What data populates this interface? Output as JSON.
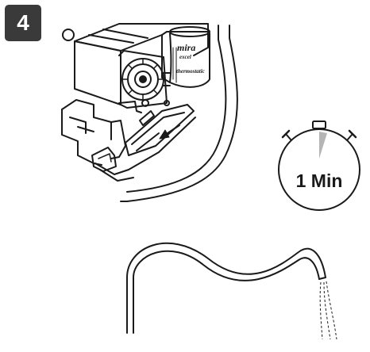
{
  "step": {
    "number": "4"
  },
  "timer": {
    "label": "1 Min"
  },
  "device": {
    "brand": "mira",
    "sub_brand": "excel",
    "model": "thermostatic"
  },
  "colors": {
    "badge_bg": "#3a3a3a",
    "badge_text": "#ffffff",
    "line": "#1a1a1a",
    "timer_wedge": "#b5b5b5",
    "background": "#ffffff"
  }
}
